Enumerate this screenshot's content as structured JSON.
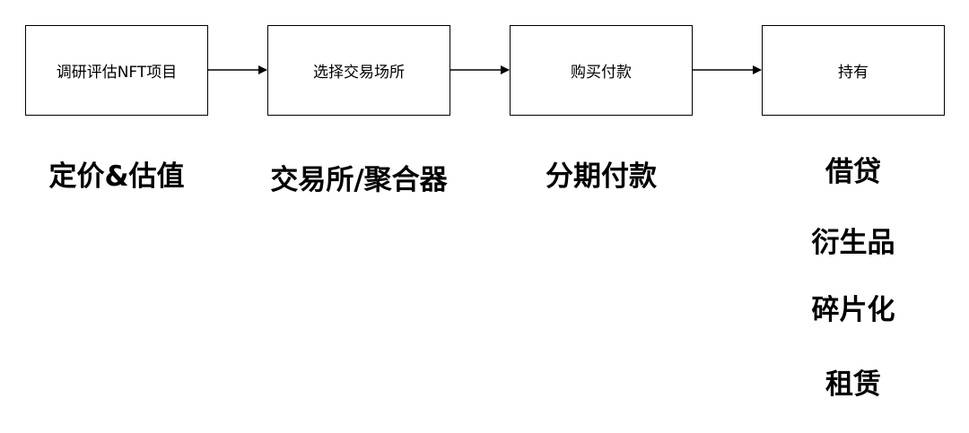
{
  "steps": [
    {
      "label": "调研评估NFT项目",
      "annotation": "定价&估值"
    },
    {
      "label": "选择交易场所",
      "annotation": "交易所/聚合器"
    },
    {
      "label": "购买付款",
      "annotation": "分期付款"
    },
    {
      "label": "持有",
      "annotations": [
        "借贷",
        "衍生品",
        "碎片化",
        "租赁"
      ]
    }
  ]
}
